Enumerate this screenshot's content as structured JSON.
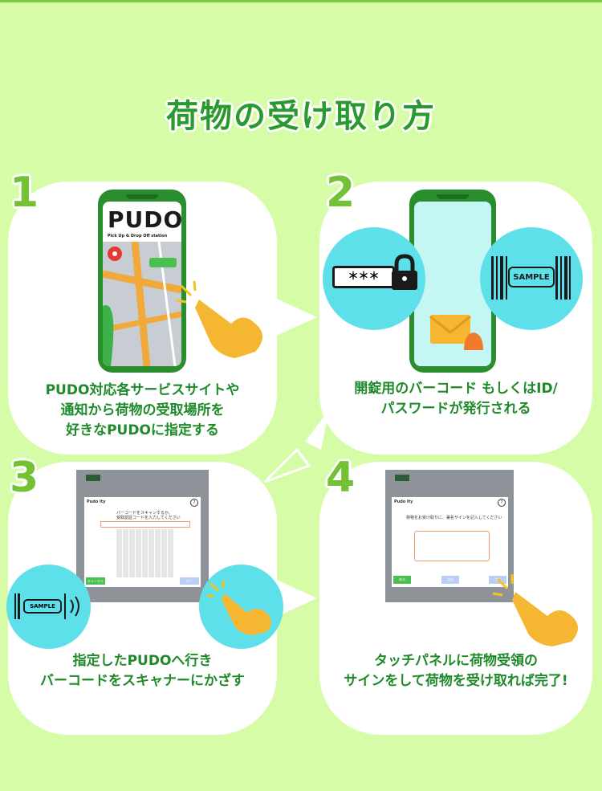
{
  "page": {
    "title": "荷物の受け取り方"
  },
  "steps": [
    {
      "num": "1",
      "lines": [
        "PUDO対応各サービスサイトや",
        "通知から荷物の受取場所を",
        "好きなPUDOに指定する"
      ]
    },
    {
      "num": "2",
      "lines": [
        "開錠用のバーコード もしくはID/",
        "パスワードが発行される"
      ]
    },
    {
      "num": "3",
      "lines": [
        "指定したPUDOへ行き",
        "バーコードをスキャナーにかざす"
      ]
    },
    {
      "num": "4",
      "lines": [
        "タッチパネルに荷物受領の",
        "サインをして荷物を受け取れば完了!"
      ]
    }
  ],
  "step1_phone": {
    "logo": "PUDO",
    "tagline": "Pick Up & Drop Off station"
  },
  "step2_icons": {
    "password": "＊＊＊",
    "badge": "SAMPLE"
  },
  "step3_kiosk": {
    "brand": "Pudo ity",
    "message_line1": "バーコードをスキャンするか、",
    "message_line2": "受取認証コードを入力してください",
    "left_button": "キャンセル",
    "right_button": "次へ",
    "badge": "SAMPLE"
  },
  "step4_kiosk": {
    "brand": "Pudo ity",
    "message": "荷物をお受け取りに、署名サインを記入してください",
    "left_button": "戻る",
    "mid_button": "消去",
    "right_button": "OK"
  },
  "colors": {
    "bg": "#d7fca8",
    "accent": "#72c234",
    "text": "#1f8a2a",
    "cyan": "#5de0e9"
  }
}
